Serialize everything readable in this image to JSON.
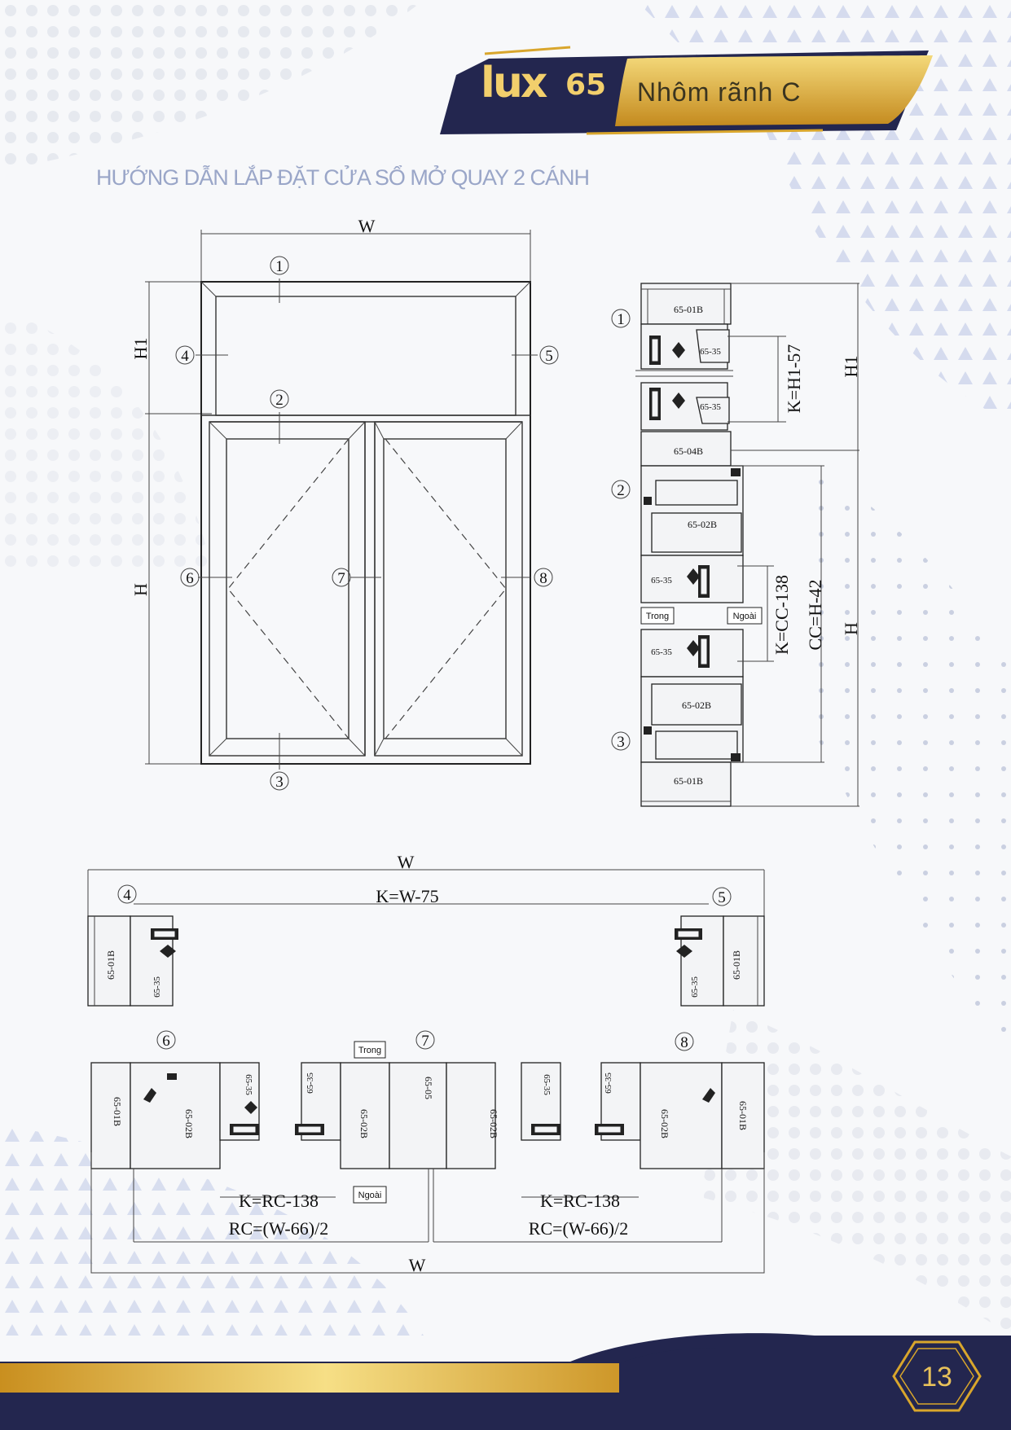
{
  "header": {
    "brand": "lux",
    "model": "65",
    "subtitle": "Nhôm rãnh C"
  },
  "title": "HƯỚNG DẪN LẮP ĐẶT CỬA SỔ MỞ QUAY 2 CÁNH",
  "elevation": {
    "dim_w": "W",
    "dim_h1": "H1",
    "dim_h": "H",
    "markers": [
      "1",
      "2",
      "3",
      "4",
      "5",
      "6",
      "7",
      "8"
    ]
  },
  "vertical_section": {
    "markers": [
      "1",
      "2",
      "3"
    ],
    "profiles": [
      "65-01B",
      "65-35",
      "65-35",
      "65-04B",
      "65-02B",
      "65-35",
      "65-35",
      "65-02B",
      "65-01B"
    ],
    "k_top": "K=H1-57",
    "k_mid": "K=CC-138",
    "cc": "CC=H-42",
    "dim_h1": "H1",
    "dim_h": "H",
    "inside": "Trong",
    "outside": "Ngoài"
  },
  "horizontal_top": {
    "dim_w": "W",
    "k": "K=W-75",
    "markers": [
      "4",
      "5"
    ],
    "profiles": [
      "65-01B",
      "65-35",
      "65-35",
      "65-01B"
    ]
  },
  "horizontal_bottom": {
    "markers": [
      "6",
      "7",
      "8"
    ],
    "inside": "Trong",
    "outside": "Ngoài",
    "profiles": [
      "65-01B",
      "65-02B",
      "65-35",
      "65-35",
      "65-02B",
      "65-05",
      "65-02B",
      "65-35",
      "65-35",
      "65-02B",
      "65-01B"
    ],
    "k_left": "K=RC-138",
    "k_right": "K=RC-138",
    "rc_left": "RC=(W-66)/2",
    "rc_right": "RC=(W-66)/2",
    "dim_w": "W"
  },
  "page_number": "13",
  "colors": {
    "navy": "#23264f",
    "gold": "#d9a62c",
    "gold_light": "#f4d97a",
    "title": "#9aa6c8"
  }
}
